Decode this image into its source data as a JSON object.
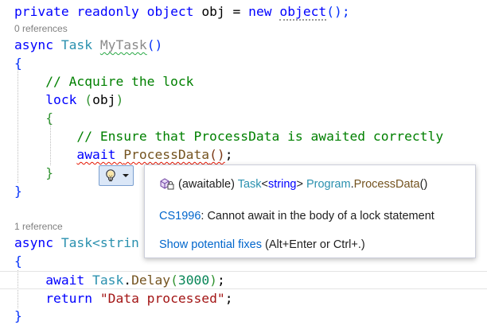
{
  "editor": {
    "line1": {
      "kw1": "private",
      "kw2": "readonly",
      "kw3": "object",
      "name": "obj",
      "eq": "=",
      "kw4": "new",
      "kw5": "object",
      "tail": "();"
    },
    "codelens1": "0 references",
    "line2": {
      "kw1": "async",
      "type": "Task",
      "method": "MyTask",
      "parens": "()"
    },
    "line3": "{",
    "line4": "// Acquire the lock",
    "line5": {
      "kw": "lock",
      "open": "(",
      "arg": "obj",
      "close": ")"
    },
    "line6": "{",
    "line7": "// Ensure that ProcessData is awaited correctly",
    "line8": {
      "kw": "await",
      "method": "ProcessData",
      "parens": "()",
      "semi": ";"
    },
    "line9": "}",
    "line10": "}",
    "codelens2": "1 reference",
    "line11": {
      "kw": "async",
      "type_partial": "Task<strin"
    },
    "line12": "{",
    "line13": {
      "kw": "await",
      "type": "Task",
      "dot": ".",
      "method": "Delay",
      "open": "(",
      "num": "3000",
      "close": ")",
      "semi": ";"
    },
    "line14": {
      "kw": "return",
      "str": "\"Data processed\"",
      "semi": ";"
    },
    "line15": "}"
  },
  "lightbulb": {
    "icon": "lightbulb-icon",
    "arrow": "chevron-down-icon"
  },
  "popup": {
    "signature": {
      "icon": "locked-method-icon",
      "prefix": "(awaitable) ",
      "type": "Task",
      "lt": "<",
      "typearg": "string",
      "gt": "> ",
      "cls": "Program",
      "dot": ".",
      "method": "ProcessData",
      "parens": "()"
    },
    "error_code": "CS1996",
    "error_message": ": Cannot await in the body of a lock statement",
    "fix_link": "Show potential fixes",
    "fix_shortcut": " (Alt+Enter or Ctrl+.)"
  }
}
